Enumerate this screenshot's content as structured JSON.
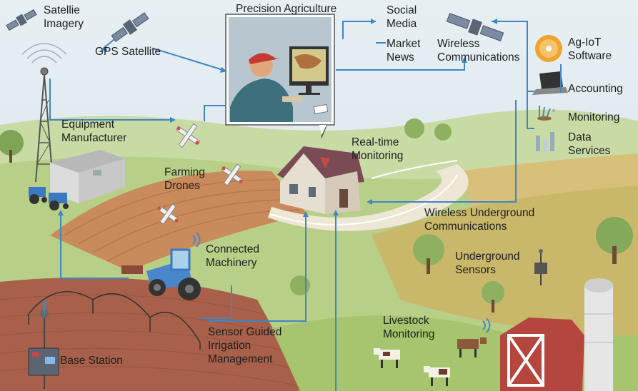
{
  "labels": {
    "satellite_imagery": "Satellie\nImagery",
    "gps_satellite": "GPS Satellite",
    "precision_agriculture": "Precision Agriculture",
    "social_media": "Social\nMedia",
    "market_news": "Market\nNews",
    "wireless_communications": "Wireless\nCommunications",
    "ag_iot_software": "Ag-IoT\nSoftware",
    "accounting": "Accounting",
    "monitoring": "Monitoring",
    "data_services": "Data\nServices",
    "equipment_manufacturer": "Equipment\nManufacturer",
    "realtime_monitoring": "Real-time\nMonitoring",
    "farming_drones": "Farming\nDrones",
    "wireless_underground": "Wireless Underground\nCommunications",
    "connected_machinery": "Connected\nMachinery",
    "underground_sensors": "Underground\nSensors",
    "livestock_monitoring": "Livestock\nMonitoring",
    "sensor_guided_irrigation": "Sensor Guided\nIrrigation\nManagement",
    "base_station": "Base Station"
  },
  "colors": {
    "connector": "#3f86c4",
    "sky": "#dfeaf0",
    "field_green": "#a9c77a",
    "plowed_field": "#b0705a",
    "barn_red": "#b5463e",
    "tractor_blue": "#3a78c2"
  }
}
